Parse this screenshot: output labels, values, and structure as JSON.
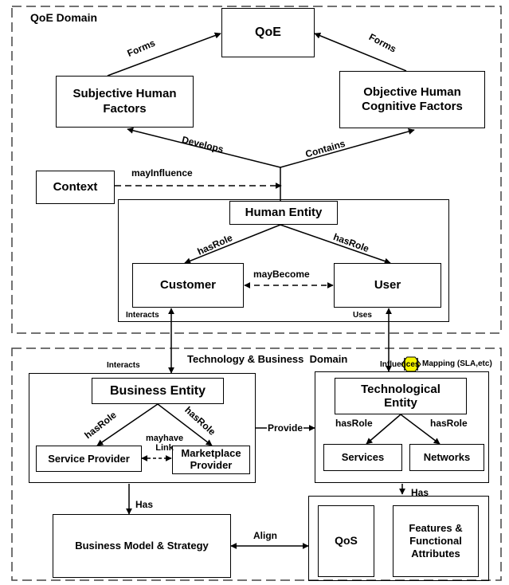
{
  "domains": {
    "qoe": "QoE Domain",
    "tech": "Technology & Business  Domain"
  },
  "boxes": {
    "qoe": "QoE",
    "subjective": "Subjective Human\nFactors",
    "objective": "Objective Human\nCognitive Factors",
    "context": "Context",
    "human_entity": "Human Entity",
    "customer": "Customer",
    "user": "User",
    "business_entity": "Business Entity",
    "service_provider": "Service Provider",
    "marketplace_provider": "Marketplace\nProvider",
    "technological_entity": "Technological\nEntity",
    "services": "Services",
    "networks": "Networks",
    "business_model": "Business Model & Strategy",
    "qos": "QoS",
    "features": "Features &\nFunctional\nAttributes"
  },
  "edges": {
    "forms_left": "Forms",
    "forms_right": "Forms",
    "develops": "Develops",
    "contains": "Contains",
    "may_influence": "mayInfluence",
    "has_role_customer": "hasRole",
    "has_role_user": "hasRole",
    "may_become": "mayBecome",
    "interacts_top": "Interacts",
    "uses": "Uses",
    "mapping": "Mapping (SLA,etc)",
    "interacts_bottom": "Interacts",
    "influences": "Influences",
    "has_role_service": "hasRole",
    "has_role_market": "hasRole",
    "may_have_link": "mayhave\nLink",
    "provide": "Provide",
    "has_role_services": "hasRole",
    "has_role_networks": "hasRole",
    "has_left": "Has",
    "has_right": "Has",
    "align": "Align"
  },
  "colors": {
    "mapping_icon": "#f5f500"
  }
}
